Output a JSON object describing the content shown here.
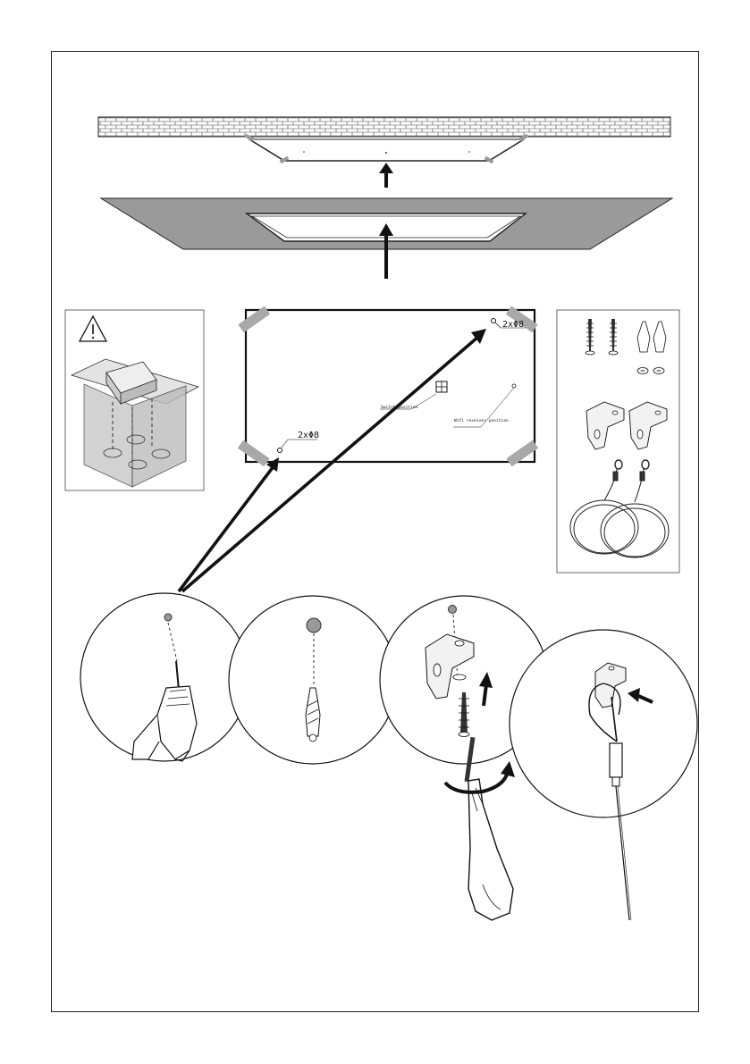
{
  "template": {
    "hole_label_top": "2xΦ8",
    "hole_label_left": "2xΦ8",
    "switch_label": "Switch position",
    "receiver_label": "Wifi receiver position"
  },
  "colors": {
    "panel_gray": "#9a9a9a",
    "tape_gray": "#a8a8a8",
    "ink": "#111111",
    "box_fill": "#d4d4d4"
  },
  "icons": [
    "warning-icon",
    "arrow-up-icon",
    "drill-icon",
    "wall-plug-icon",
    "screw-icon",
    "bracket-icon",
    "screwdriver-icon",
    "wire-cable-icon",
    "rotate-arrow-icon"
  ]
}
